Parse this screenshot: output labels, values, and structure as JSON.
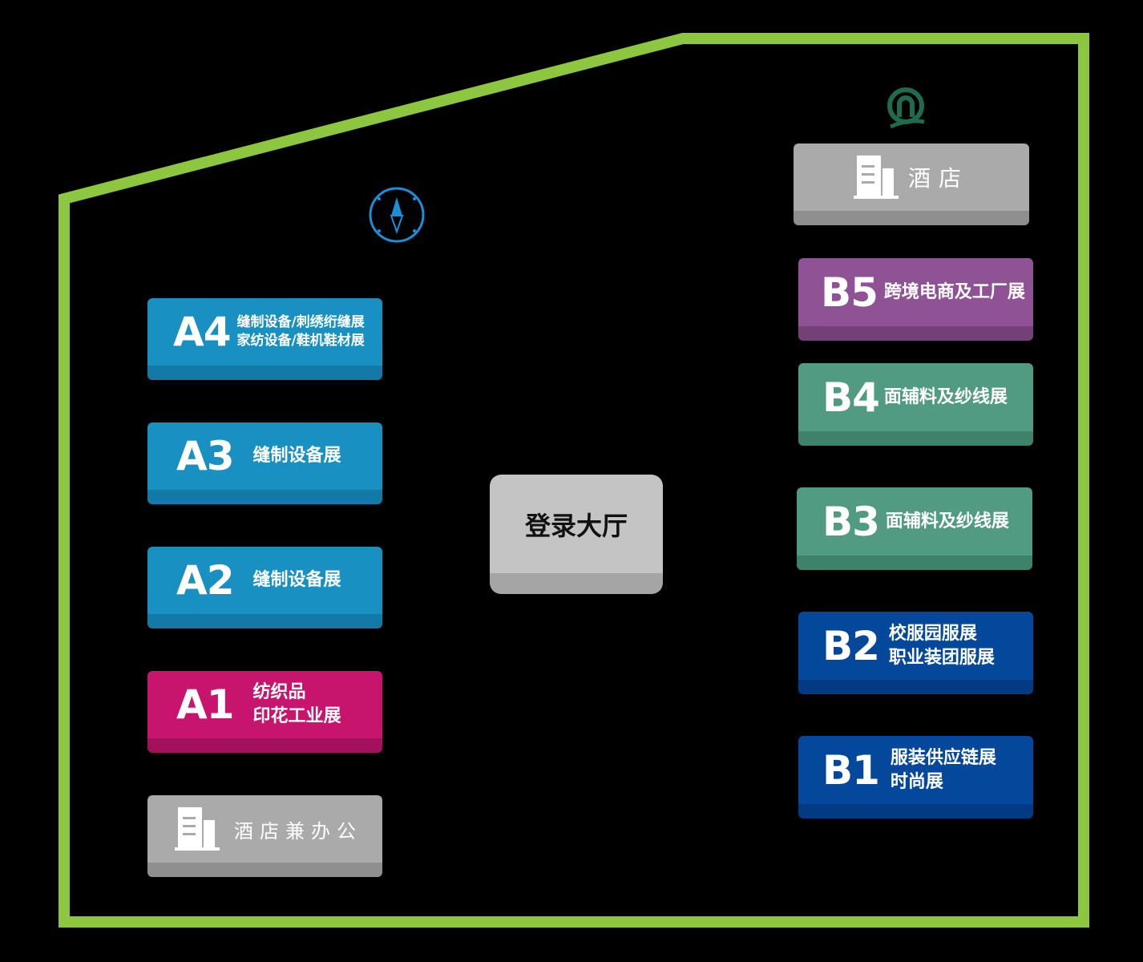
{
  "colors": {
    "boundary": "#8dc63f",
    "compass": "#1a8fd6",
    "logo": "#1e6b4e"
  },
  "icons": {
    "compass": "compass-icon",
    "logo": "brand-logo-icon",
    "building": "building-icon"
  },
  "hotel_top": {
    "label": "酒店"
  },
  "lobby": {
    "label": "登录大厅"
  },
  "halls_a": [
    {
      "code": "A4",
      "lines": [
        "缝制设备/刺绣绗缝展",
        "家纺设备/鞋机鞋材展"
      ]
    },
    {
      "code": "A3",
      "lines": [
        "缝制设备展"
      ]
    },
    {
      "code": "A2",
      "lines": [
        "缝制设备展"
      ]
    },
    {
      "code": "A1",
      "lines": [
        "纺织品",
        "印花工业展"
      ]
    }
  ],
  "hotel_office": {
    "label": "酒店兼办公"
  },
  "halls_b": [
    {
      "code": "B5",
      "lines": [
        "跨境电商及工厂展"
      ]
    },
    {
      "code": "B4",
      "lines": [
        "面辅料及纱线展"
      ]
    },
    {
      "code": "B3",
      "lines": [
        "面辅料及纱线展"
      ]
    },
    {
      "code": "B2",
      "lines": [
        "校服园服展",
        "职业装团服展"
      ]
    },
    {
      "code": "B1",
      "lines": [
        "服装供应链展",
        "时尚展"
      ]
    }
  ]
}
